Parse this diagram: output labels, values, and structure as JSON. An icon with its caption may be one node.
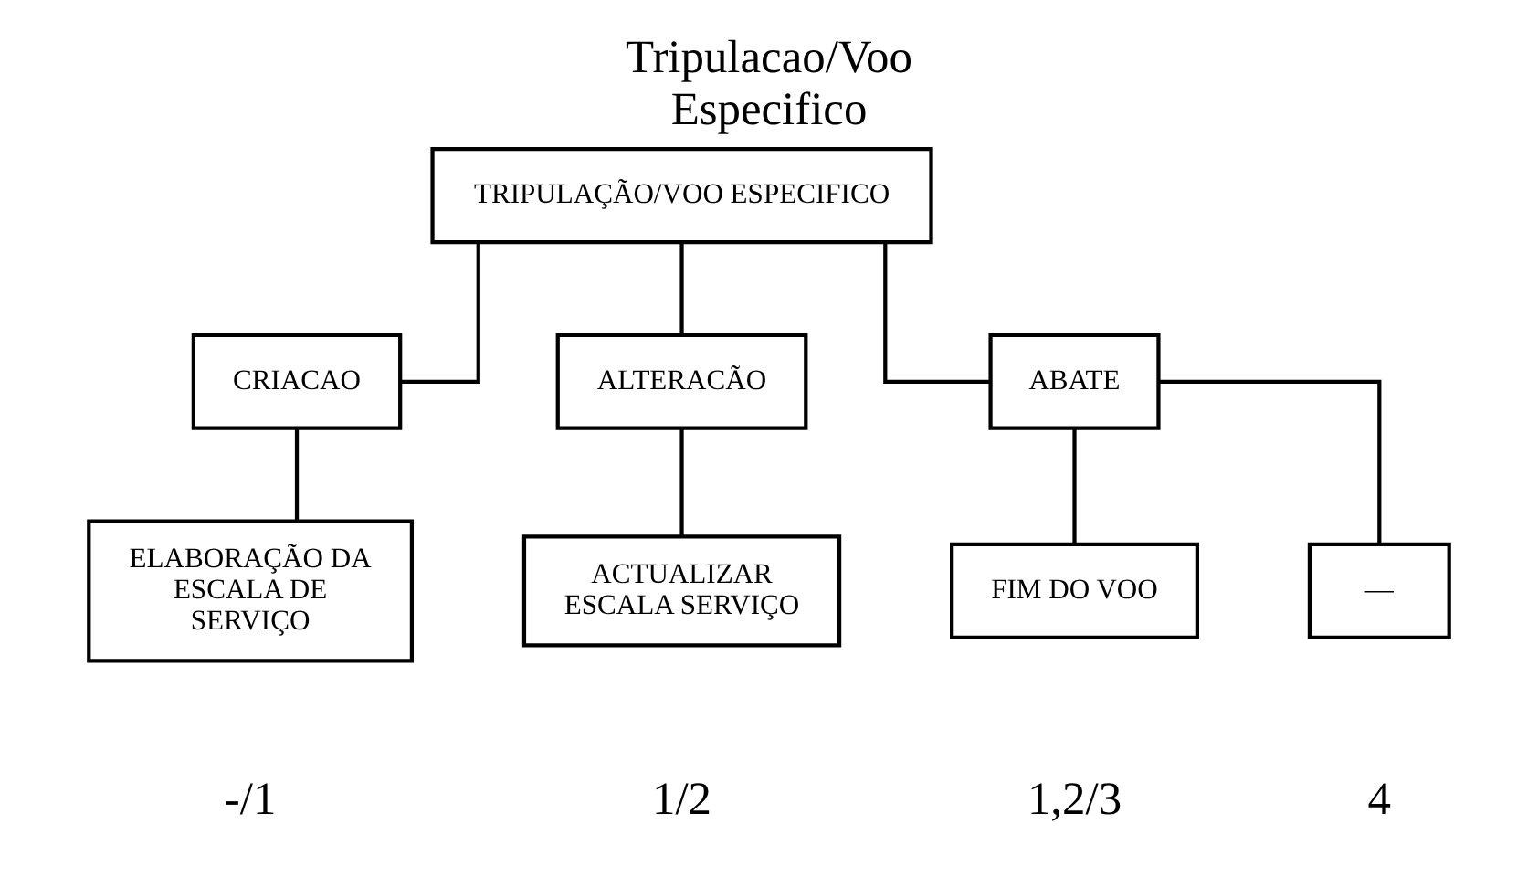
{
  "diagram": {
    "title": "Tripulacao/Voo Especifico",
    "nodes": [
      {
        "text": [
          "TRIPULAÇÃO/VOO ESPECIFICO"
        ]
      },
      {
        "text": [
          "CRIACAO"
        ]
      },
      {
        "text": [
          "ALTERACÃO"
        ]
      },
      {
        "text": [
          "ABATE"
        ]
      },
      {
        "text": [
          "ELABORAÇÃO DA ESCALA DE SERVIÇO"
        ],
        "beside": [
          "-/1"
        ]
      },
      {
        "text": [
          "ACTUALIZAR ESCALA SERVIÇO"
        ],
        "beside": [
          "1/2"
        ]
      },
      {
        "text": [
          "FIM DO VOO"
        ],
        "beside": [
          "1,2/3"
        ]
      },
      {
        "text": [
          "—"
        ],
        "beside": [
          "4"
        ]
      }
    ],
    "edges": [
      {
        "from": 0,
        "to": 1,
        "arrow": "none"
      },
      {
        "from": 0,
        "to": 2,
        "arrow": "none"
      },
      {
        "from": 0,
        "to": 3,
        "arrow": "none"
      },
      {
        "from": 1,
        "to": 4,
        "arrow": "none"
      },
      {
        "from": 2,
        "to": 5,
        "arrow": "none"
      },
      {
        "from": 3,
        "to": 6,
        "arrow": "none"
      },
      {
        "from": 3,
        "to": 7,
        "arrow": "none"
      }
    ]
  }
}
